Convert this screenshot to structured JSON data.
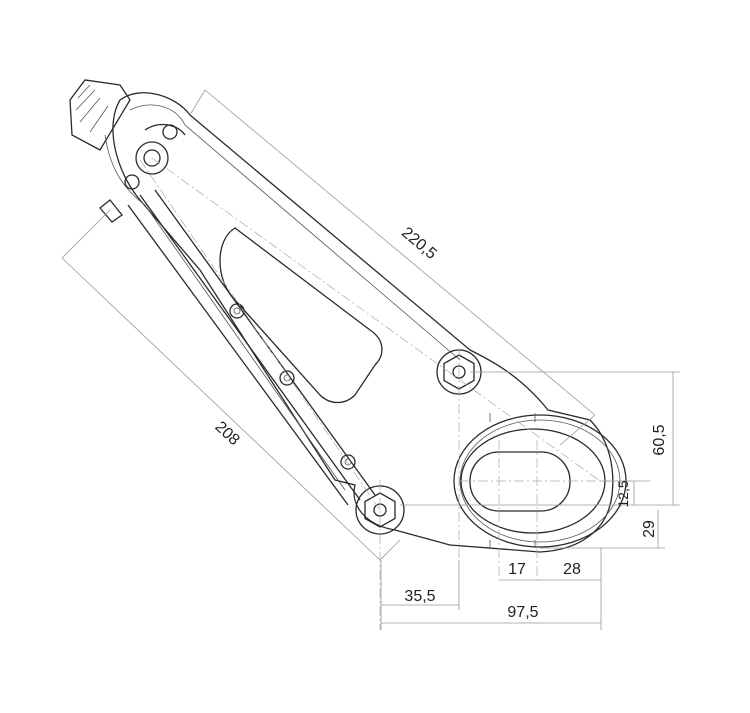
{
  "dimensions": {
    "overall_length": "220,5",
    "arm_length": "208",
    "height_total": "60,5",
    "height_offset": "12,5",
    "height_lower": "29",
    "width_slot_left": "17",
    "width_slot_right": "28",
    "offset_bolt": "35,5",
    "width_total": "97,5"
  }
}
